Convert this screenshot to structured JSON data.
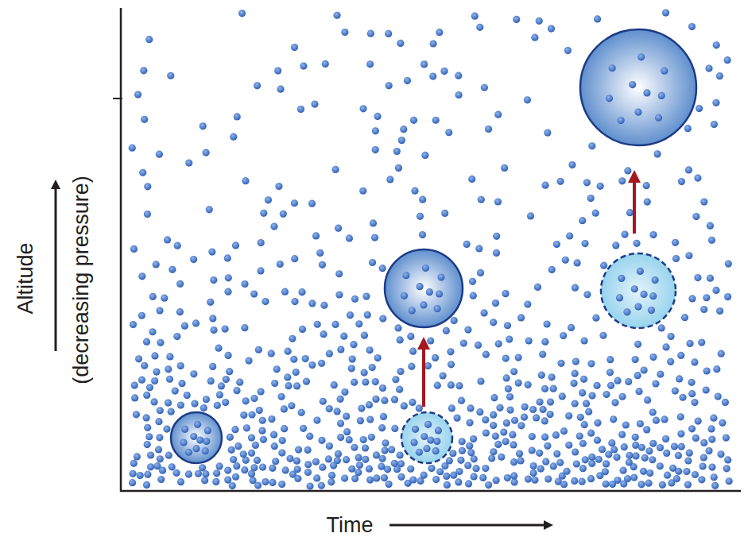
{
  "diagram": {
    "labels": [
      "Altitude",
      "(decreasing pressure)",
      "Time"
    ]
  }
}
